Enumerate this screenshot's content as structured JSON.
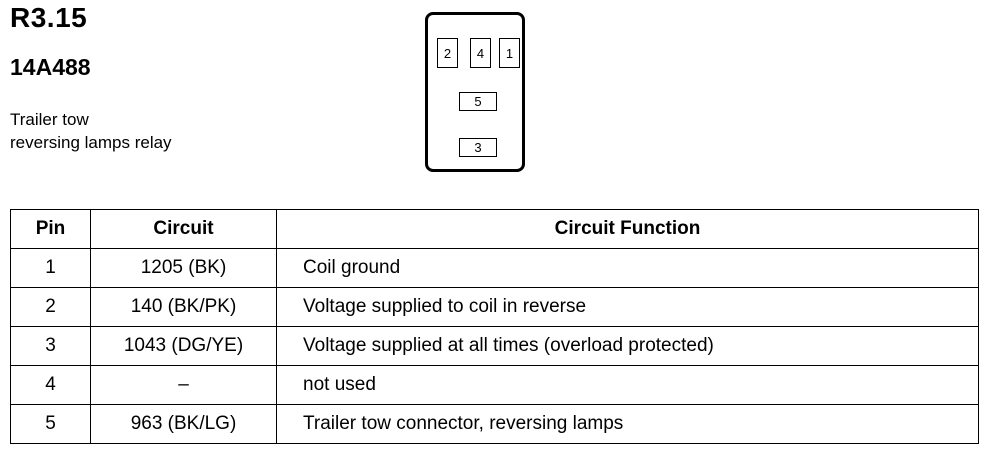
{
  "header": {
    "ref_code": "R3.15",
    "part_number": "14A488",
    "description_line1": "Trailer tow",
    "description_line2": "reversing lamps relay"
  },
  "relay_diagram": {
    "pins": [
      "2",
      "4",
      "1",
      "5",
      "3"
    ]
  },
  "table": {
    "columns": [
      "Pin",
      "Circuit",
      "Circuit Function"
    ],
    "rows": [
      {
        "pin": "1",
        "circuit": "1205 (BK)",
        "function": "Coil ground"
      },
      {
        "pin": "2",
        "circuit": "140 (BK/PK)",
        "function": "Voltage supplied to coil in reverse"
      },
      {
        "pin": "3",
        "circuit": "1043 (DG/YE)",
        "function": "Voltage supplied at all times (overload protected)"
      },
      {
        "pin": "4",
        "circuit": "–",
        "function": "not used"
      },
      {
        "pin": "5",
        "circuit": "963 (BK/LG)",
        "function": "Trailer tow connector, reversing lamps"
      }
    ]
  }
}
